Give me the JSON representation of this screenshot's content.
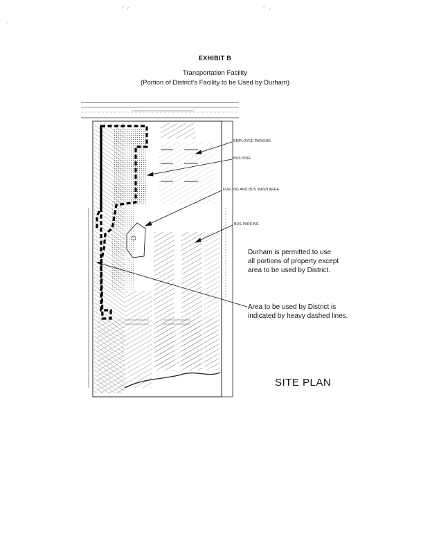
{
  "exhibit_title": "EXHIBIT B",
  "subtitle": "Transportation Facility",
  "subtitle2": "(Portion of District's Facility to be Used by Durham)",
  "labels": {
    "employee_parking": "EMPLOYEE PARKING",
    "building": "BUILDING",
    "fueling": "FUELING AND BUS WASH AREA",
    "bus_parking": "BUS PARKING"
  },
  "notes": {
    "permitted_1": "Durham is permitted to use",
    "permitted_2": "all portions of property except",
    "permitted_3": "area to be used by District.",
    "area_1": "Area to be used by District is",
    "area_2": "indicated by heavy dashed lines."
  },
  "site_plan": "SITE PLAN"
}
